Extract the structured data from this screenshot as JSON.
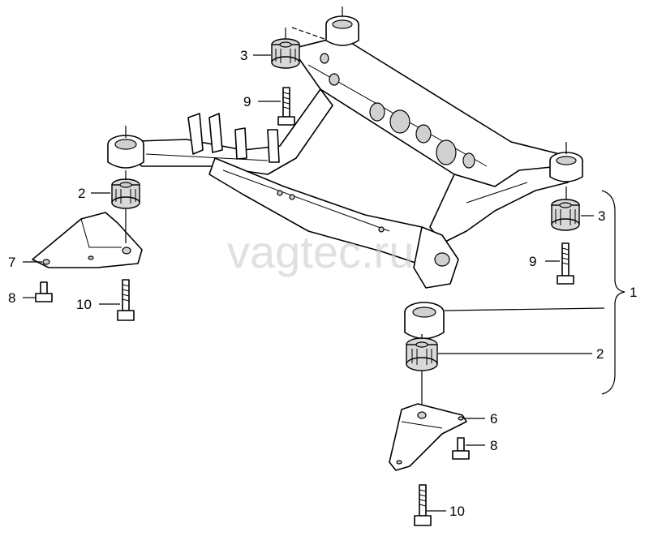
{
  "watermark": "vagtec.ru",
  "callouts": {
    "c1": "1",
    "c2_left": "2",
    "c2_right": "2",
    "c3_left": "3",
    "c3_right": "3",
    "c6": "6",
    "c7": "7",
    "c8_left": "8",
    "c8_right": "8",
    "c9_left": "9",
    "c9_right": "9",
    "c10_left": "10",
    "c10_right": "10"
  }
}
